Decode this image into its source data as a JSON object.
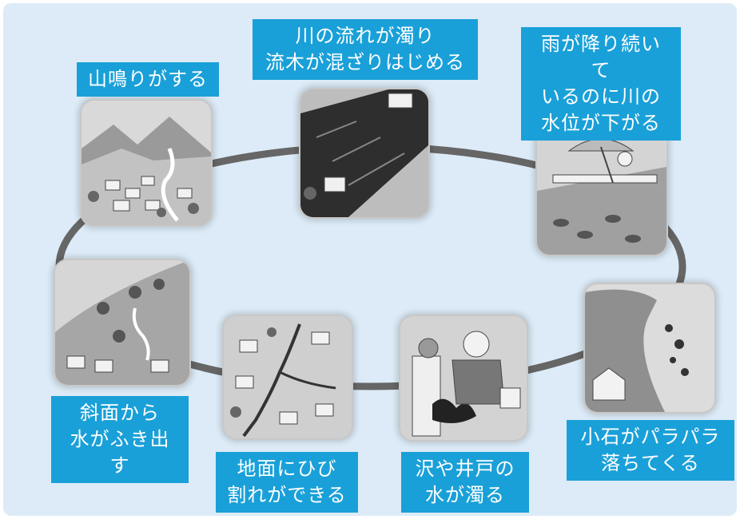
{
  "signs": [
    {
      "id": "rumbling",
      "label": "山鳴りがする",
      "illustration": "mountains-village-illustration"
    },
    {
      "id": "muddy-river",
      "label": "川の流れが濁り\n流木が混ざりはじめる",
      "illustration": "muddy-river-illustration"
    },
    {
      "id": "water-drop",
      "label": "雨が降り続いて\nいるのに川の\n水位が下がる",
      "illustration": "low-river-umbrella-illustration"
    },
    {
      "id": "pebbles",
      "label": "小石がパラパラ\n落ちてくる",
      "illustration": "falling-pebbles-cliff-illustration"
    },
    {
      "id": "well",
      "label": "沢や井戸の\n水が濁る",
      "illustration": "muddy-well-illustration"
    },
    {
      "id": "cracks",
      "label": "地面にひび\n割れができる",
      "illustration": "ground-crack-illustration"
    },
    {
      "id": "spring",
      "label": "斜面から\n水がふき出す",
      "illustration": "slope-water-illustration"
    }
  ],
  "colors": {
    "background": "#dcebf7",
    "label": "#1aa0d8",
    "ring": "#666666"
  }
}
